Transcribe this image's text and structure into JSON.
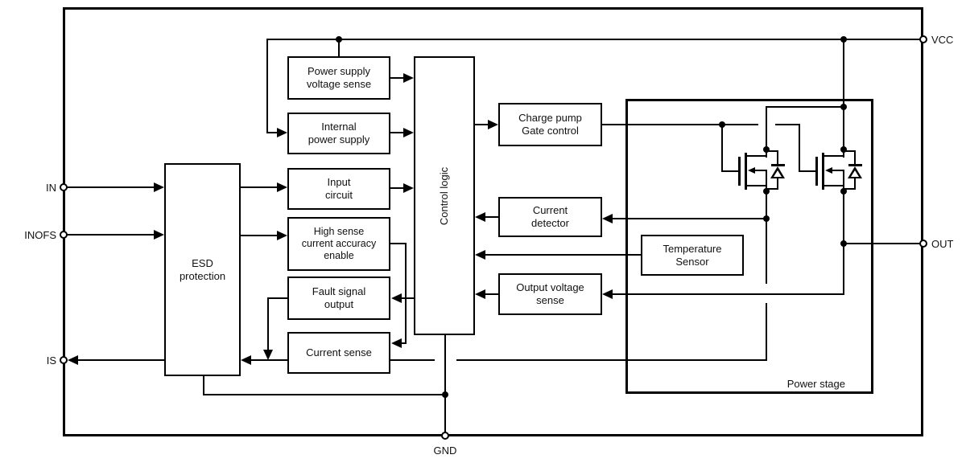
{
  "pins": {
    "in": "IN",
    "inofs": "INOFS",
    "is": "IS",
    "vcc": "VCC",
    "out": "OUT",
    "gnd": "GND"
  },
  "blocks": {
    "esd": "ESD\nprotection",
    "power_supply_voltage_sense": "Power supply\nvoltage sense",
    "internal_power_supply": "Internal\npower supply",
    "input_circuit": "Input\ncircuit",
    "high_sense": "High sense\ncurrent accuracy\nenable",
    "fault_signal": "Fault signal\noutput",
    "current_sense": "Current sense",
    "control_logic": "Control logic",
    "charge_pump": "Charge pump\nGate control",
    "current_detector": "Current\ndetector",
    "temperature_sensor": "Temperature\nSensor",
    "output_voltage_sense": "Output voltage\nsense",
    "power_stage": "Power stage"
  },
  "colors": {
    "line": "#000000",
    "background": "#ffffff",
    "text": "#111111"
  }
}
